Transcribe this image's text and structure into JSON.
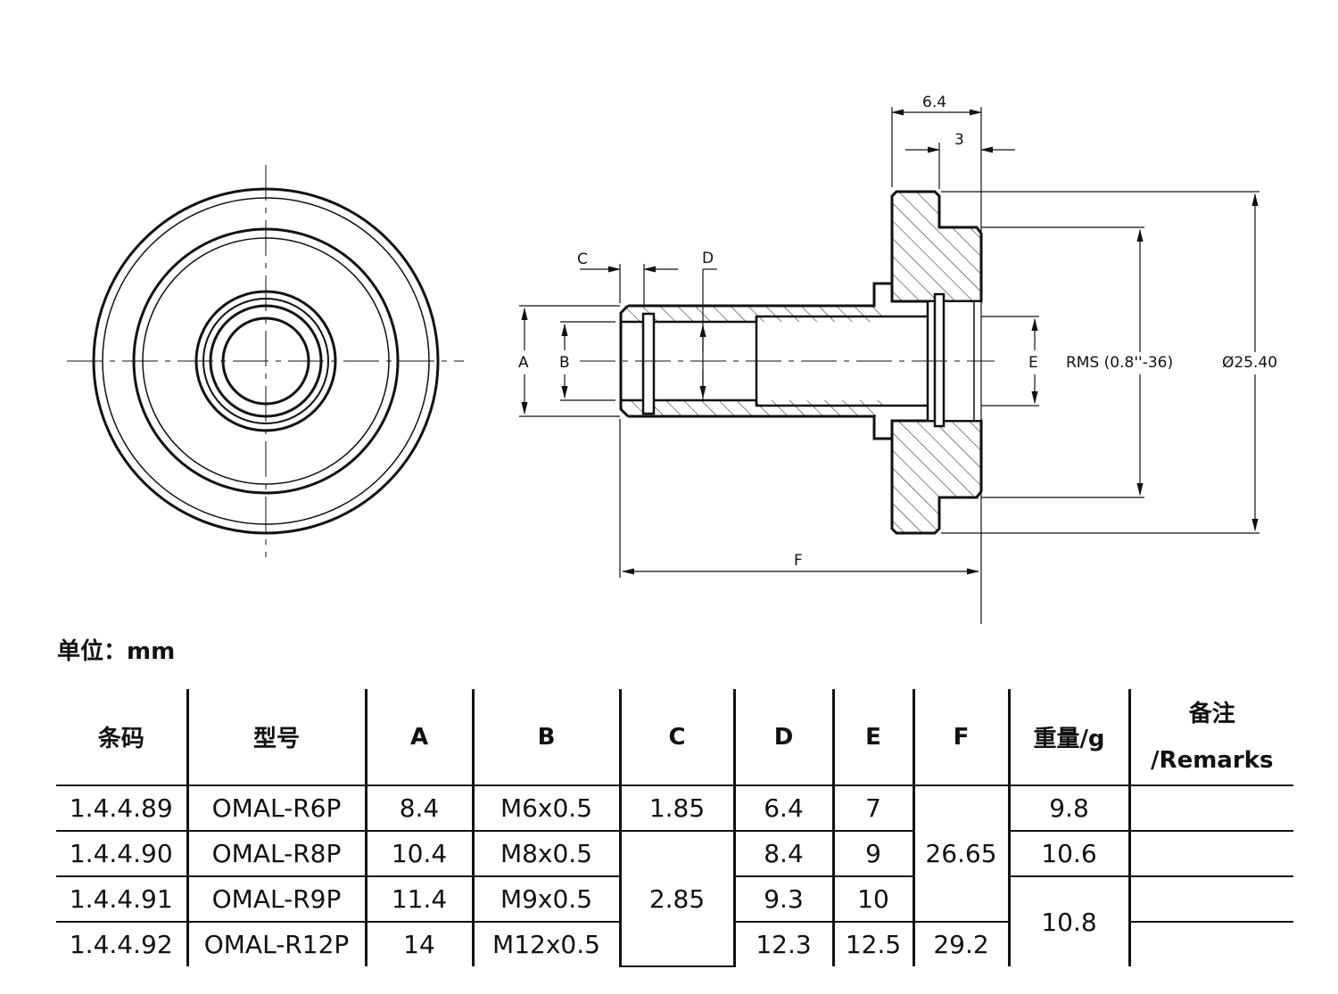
{
  "drawing": {
    "dimensions": {
      "w64": "6.4",
      "w3": "3",
      "A": "A",
      "B": "B",
      "C": "C",
      "D": "D",
      "E": "E",
      "F": "F",
      "rms": "RMS  (0.8''-36)",
      "dia": "Ø25.40"
    }
  },
  "unit_label": "单位：mm",
  "table": {
    "headers": [
      "条码",
      "型号",
      "A",
      "B",
      "C",
      "D",
      "E",
      "F",
      "重量/g",
      "备注\n/Remarks"
    ],
    "rows": [
      {
        "code": "1.4.4.89",
        "model": "OMAL-R6P",
        "A": "8.4",
        "B": "M6x0.5",
        "C": "1.85",
        "D": "6.4",
        "E": "7",
        "F": "26.65",
        "weight": "9.8"
      },
      {
        "code": "1.4.4.90",
        "model": "OMAL-R8P",
        "A": "10.4",
        "B": "M8x0.5",
        "C": "2.85",
        "D": "8.4",
        "E": "9",
        "weight": "10.6"
      },
      {
        "code": "1.4.4.91",
        "model": "OMAL-R9P",
        "A": "11.4",
        "B": "M9x0.5",
        "D": "9.3",
        "E": "10",
        "weight": "10.8"
      },
      {
        "code": "1.4.4.92",
        "model": "OMAL-R12P",
        "A": "14",
        "B": "M12x0.5",
        "D": "12.3",
        "E": "12.5",
        "F": "29.2"
      }
    ]
  }
}
